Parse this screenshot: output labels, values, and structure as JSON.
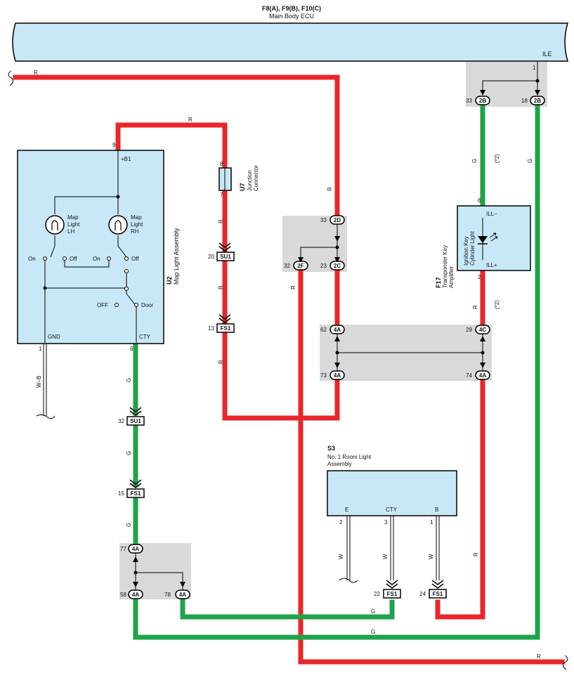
{
  "ecu": {
    "title": "F8(A), F9(B), F10(C)",
    "subtitle": "Main Body ECU",
    "terminal": "ILE",
    "pin": "1"
  },
  "map_light": {
    "id": "U2",
    "name": "Map Light Assembly",
    "pin_b1": "9",
    "label_b1": "+B1",
    "lamp_lh": [
      "Map",
      "Light",
      "LH"
    ],
    "lamp_rh": [
      "Map",
      "Light",
      "RH"
    ],
    "sw_on": "On",
    "sw_off": "Off",
    "sw_off2": "OFF",
    "sw_door": "Door",
    "gnd": "GND",
    "gnd_pin": "1",
    "cty": "CTY",
    "cty_pin": "6"
  },
  "junction": {
    "id": "U7",
    "name": [
      "Junction",
      "Connector"
    ],
    "pin_top": "8",
    "pin_bottom": "7"
  },
  "amplifier": {
    "id": "F17",
    "name": [
      "Transponder Key",
      "Amplifier"
    ],
    "inner": [
      "Ignition Key",
      "Cylinder Light"
    ],
    "ill_minus": "ILL−",
    "ill_plus": "ILL+",
    "pin_top": "6",
    "pin_bottom": "2"
  },
  "room_light": {
    "id": "S3",
    "name": [
      "No. 1 Room Light",
      "Assembly"
    ],
    "e": "E",
    "cty": "CTY",
    "b": "B",
    "pin_e": "2",
    "pin_cty": "3",
    "pin_b": "1"
  },
  "connectors": {
    "su1_a": "SU1",
    "su1_a_pin": "20",
    "fs1_a": "FS1",
    "fs1_a_pin": "13",
    "su1_b": "SU1",
    "su1_b_pin": "32",
    "fs1_b": "FS1",
    "fs1_b_pin": "15",
    "fs1_c": "FS1",
    "fs1_c_pin": "22",
    "fs1_d": "FS1",
    "fs1_d_pin": "24",
    "c2b_33": "2B",
    "p33": "33",
    "c2b_18": "2B",
    "p18": "18",
    "c2d": "2D",
    "p2d": "33",
    "c2f": "2F",
    "p2f": "32",
    "c2c": "2C",
    "p2c": "23",
    "c4a_62": "4A",
    "p62": "62",
    "c4c": "4C",
    "p29": "29",
    "c4a_73": "4A",
    "p73": "73",
    "c4a_74": "4A",
    "p74": "74",
    "c4a_77": "4A",
    "p77": "77",
    "c4a_58": "4A",
    "p58": "58",
    "c4a_78": "4A",
    "p78": "78"
  },
  "wire_colors": {
    "r": "R",
    "g": "G",
    "wb": "W–B",
    "w": "W",
    "note": "(*2)"
  },
  "colors": {
    "red": "#e8262a",
    "green": "#1fa349",
    "component": "#c8e8f8",
    "splice": "#d9d9d9"
  }
}
